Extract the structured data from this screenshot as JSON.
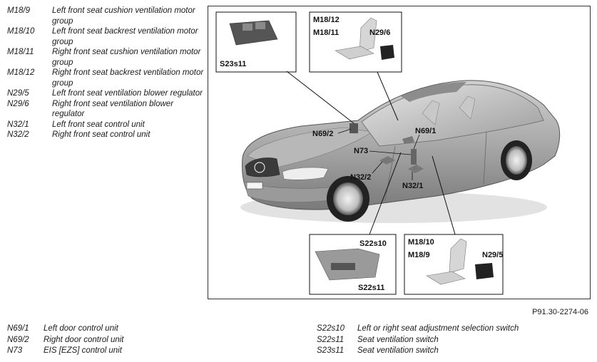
{
  "legend_top": [
    {
      "code": "M18/9",
      "desc": "Left front seat cushion ventilation motor group"
    },
    {
      "code": "M18/10",
      "desc": "Left front seat backrest ventilation motor group"
    },
    {
      "code": "M18/11",
      "desc": "Right front seat cushion ventilation motor group"
    },
    {
      "code": "M18/12",
      "desc": "Right front seat backrest ventilation motor group"
    },
    {
      "code": "N29/5",
      "desc": "Left front seat ventilation blower regulator"
    },
    {
      "code": "N29/6",
      "desc": "Right front seat ventilation blower regulator"
    },
    {
      "code": "N32/1",
      "desc": "Left front seat control unit"
    },
    {
      "code": "N32/2",
      "desc": "Right front seat control unit"
    }
  ],
  "legend_bottom_left": [
    {
      "code": "N69/1",
      "desc": "Left door control unit"
    },
    {
      "code": "N69/2",
      "desc": "Right door control unit"
    },
    {
      "code": "N73",
      "desc": "EIS [EZS] control unit"
    }
  ],
  "legend_bottom_right": [
    {
      "code": "S22s10",
      "desc": "Left or right seat adjustment selection switch"
    },
    {
      "code": "S22s11",
      "desc": "Seat ventilation switch"
    },
    {
      "code": "S23s11",
      "desc": "Seat ventilation switch"
    }
  ],
  "figure_id": "P91.30-2274-06",
  "callouts": {
    "s23s11": "S23s11",
    "m18_12": "M18/12",
    "m18_11": "M18/11",
    "n29_6": "N29/6",
    "n69_2": "N69/2",
    "n69_1": "N69/1",
    "n73": "N73",
    "n32_2": "N32/2",
    "n32_1": "N32/1",
    "s22s10": "S22s10",
    "s22s11": "S22s11",
    "m18_10": "M18/10",
    "m18_9": "M18/9",
    "n29_5": "N29/5"
  }
}
